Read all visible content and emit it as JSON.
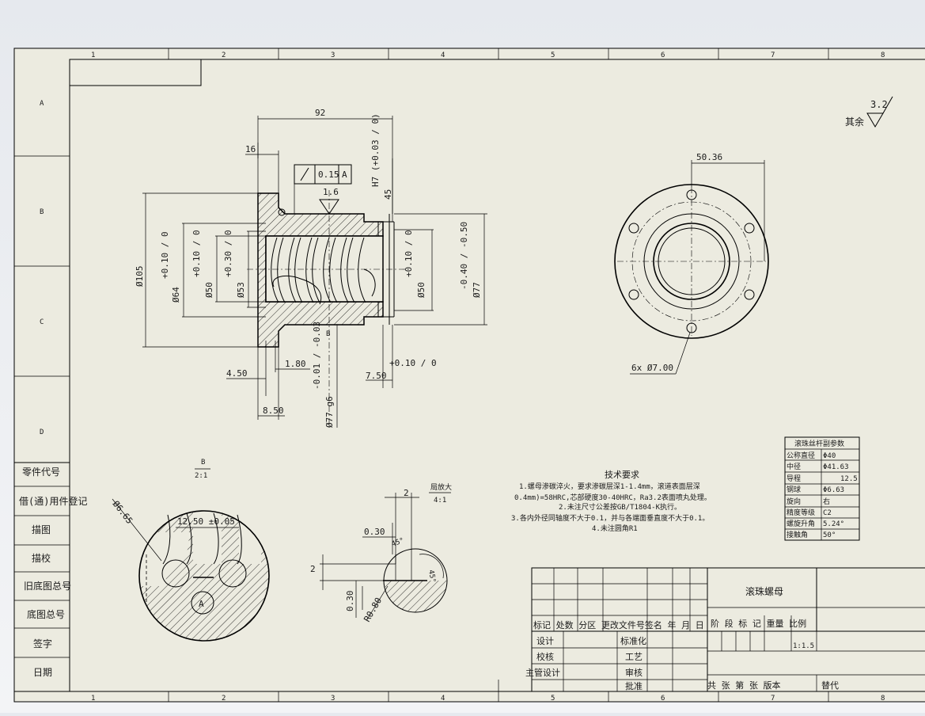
{
  "zones": {
    "columns": [
      "1",
      "2",
      "3",
      "4",
      "5",
      "6",
      "7",
      "8"
    ],
    "rows": [
      "A",
      "B",
      "C",
      "D"
    ]
  },
  "left_strip": [
    "零件代号",
    "借(通)用件登记",
    "描图",
    "描校",
    "旧底图总号",
    "底图总号",
    "签字",
    "日期"
  ],
  "dims": {
    "d92": "92",
    "d16": "16",
    "gdt_tol": "0.15",
    "gdt_ref": "A",
    "rough_1_6": "1.6",
    "h7_tol": "H7 (+0.03 / 0)",
    "d45": "45",
    "phi105": "Ø105",
    "phi64": "Ø64",
    "phi64_tol": "+0.10 / 0",
    "phi50a": "Ø50",
    "phi50a_tol": "+0.10 / 0",
    "phi53": "Ø53",
    "phi53_tol": "+0.30 / 0",
    "phi50b": "Ø50",
    "phi50b_tol": "+0.10 / 0",
    "phi77": "Ø77",
    "phi77_tol": "-0.40 / -0.50",
    "d4_50": "4.50",
    "d1_80": "1.80",
    "phi77g6": "Ø77 g6",
    "phi77g6_tol": "-0.01 / -0.03",
    "d7_50": "7.50",
    "d7_50_tol": "+0.10 / 0",
    "d8_50": "8.50",
    "d50_36": "50.36",
    "holes": "6x Ø7.00",
    "rough_other_val": "3.2",
    "rough_other_label": "其余",
    "sec_ratio_top": "B",
    "sec_ratio_bottom": "2:1",
    "phi6_65": "Ø6.65",
    "d12_50": "12.50 ±0.05",
    "label_a": "A",
    "mag_label": "局放大",
    "mag_scale": "4:1",
    "d2_top": "2",
    "d0_30a": "0.30",
    "ang45a": "45°",
    "d2_side": "2",
    "d0_30b": "0.30",
    "r0_80": "R0.80",
    "ang45b": "45°",
    "sec_mark_c": "B"
  },
  "tech": {
    "title": "技术要求",
    "lines": [
      "1.螺母渗碳淬火，要求渗碳层深1-1.4mm，滚道表面层深",
      "0.4mm)=58HRC,芯部硬度30-40HRC，Ra3.2表面喷丸处理。",
      "2.未注尺寸公差按GB/T1804-K执行。",
      "3.各内外径同轴度不大于0.1，并与各端面垂直度不大于0.1。",
      "4.未注圆角R1"
    ]
  },
  "params": {
    "title": "滚珠丝杆副参数",
    "rows": [
      {
        "k": "公称直径",
        "v": "Φ40"
      },
      {
        "k": "中径",
        "v": "Φ41.63"
      },
      {
        "k": "导程",
        "v": "12.5"
      },
      {
        "k": "钢球",
        "v": "Φ6.63"
      },
      {
        "k": "旋向",
        "v": "右"
      },
      {
        "k": "精度等级",
        "v": "C2"
      },
      {
        "k": "螺旋升角",
        "v": "5.24°"
      },
      {
        "k": "接触角",
        "v": "50°"
      }
    ]
  },
  "titleblock": {
    "part_name": "滚珠螺母",
    "hdr_row": "标记 处数  分区 更改文件号签名 年 月 日",
    "hdr_right": "阶 段 标 记  重量  比例",
    "scale": "1:1.5",
    "design": "设计",
    "check": "校核",
    "main_design": "主管设计",
    "standard": "标准化",
    "process": "工艺",
    "review": "审核",
    "approve": "批准",
    "sheet": "共  张 第  张 版本",
    "replace": "替代"
  }
}
